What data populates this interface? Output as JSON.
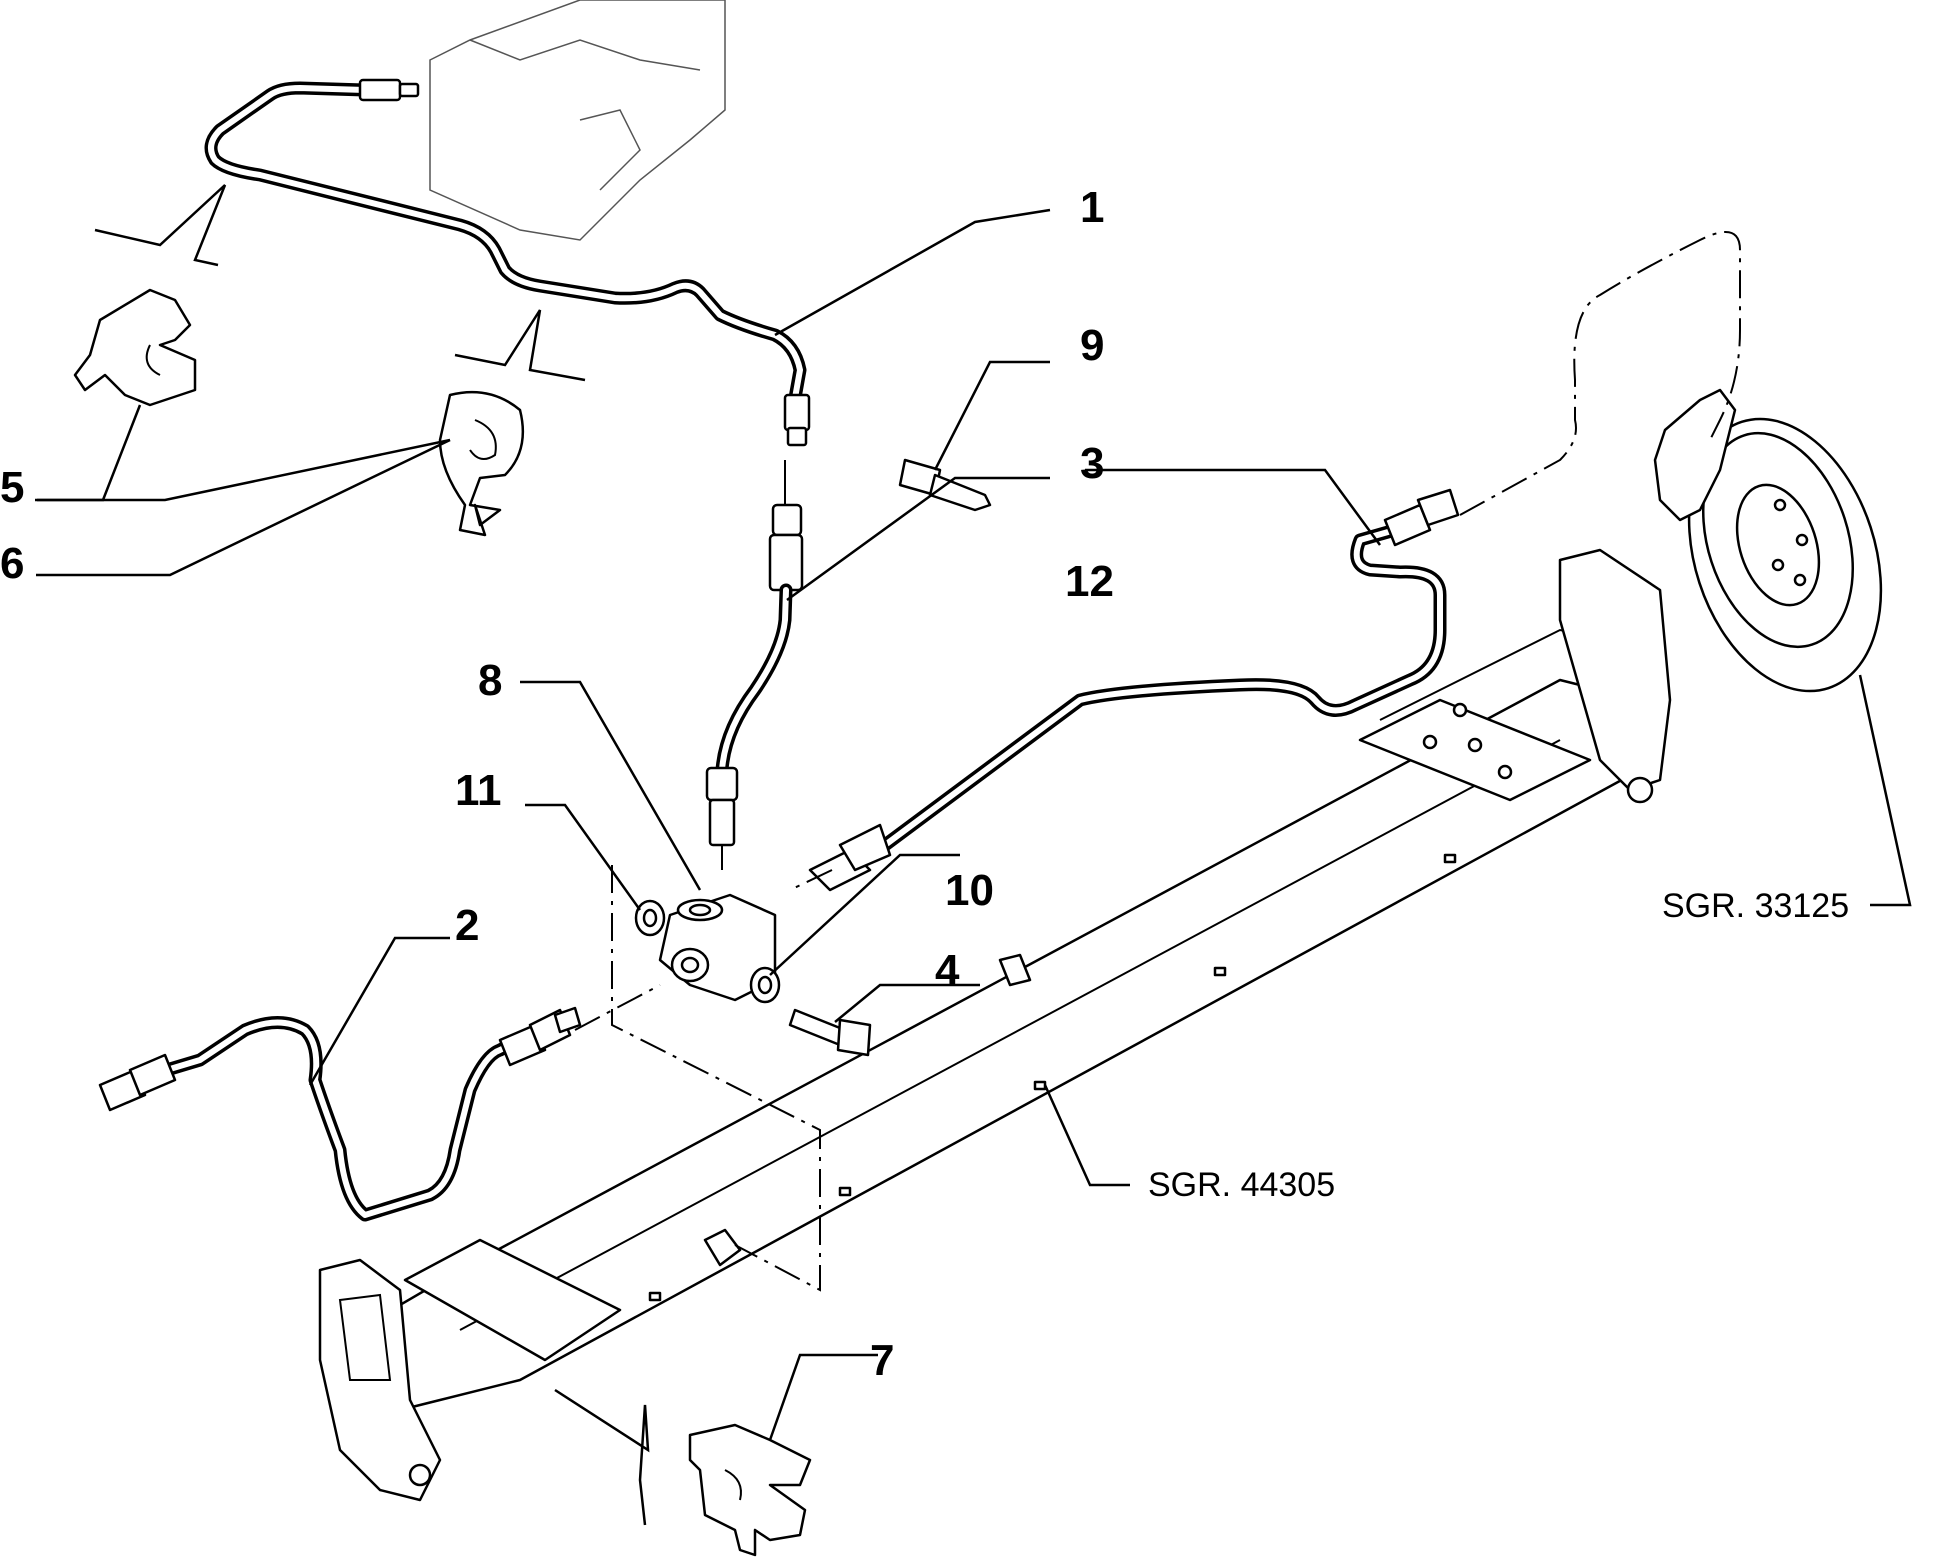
{
  "callouts": {
    "c1": "1",
    "c2": "2",
    "c3": "3",
    "c4": "4",
    "c5": "5",
    "c6": "6",
    "c7": "7",
    "c8": "8",
    "c9": "9",
    "c10": "10",
    "c11": "11",
    "c12": "12"
  },
  "references": {
    "disc": "SGR. 33125",
    "axle": "SGR. 44305"
  }
}
